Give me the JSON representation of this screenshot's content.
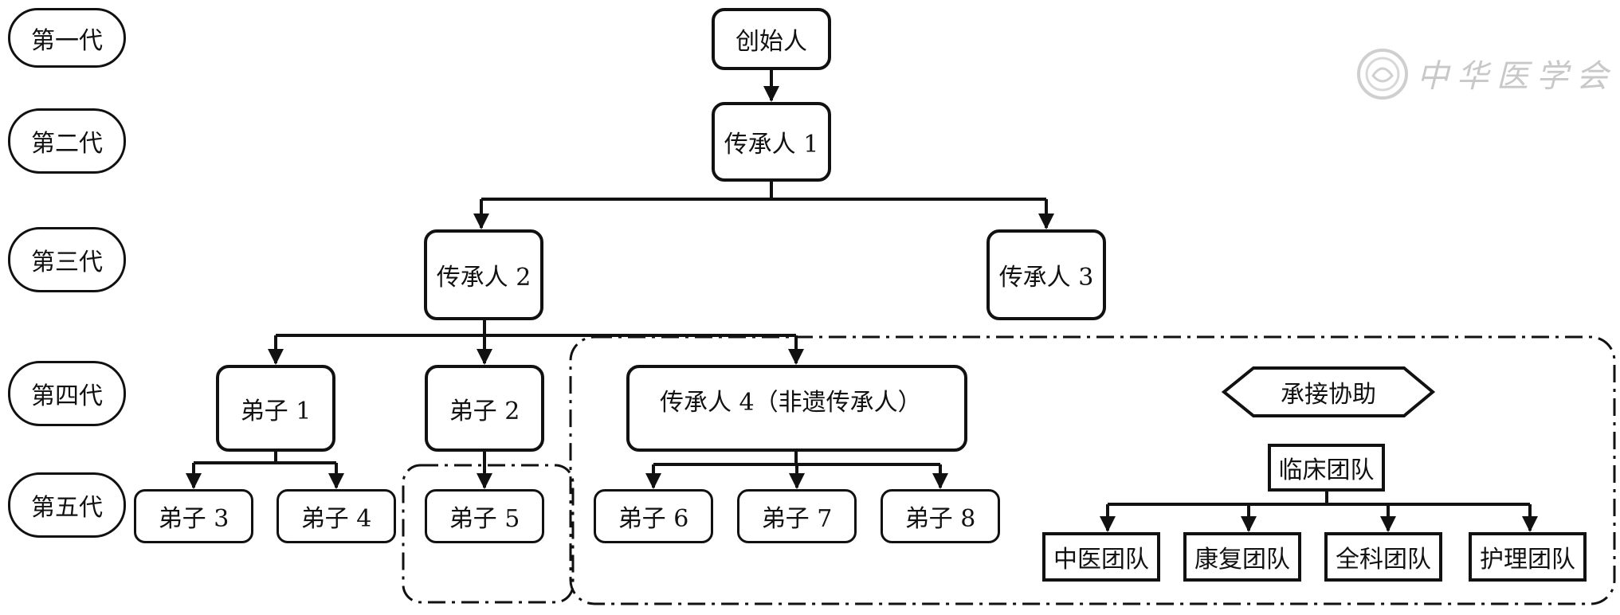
{
  "generations": [
    "第一代",
    "第二代",
    "第三代",
    "第四代",
    "第五代"
  ],
  "nodes": {
    "founder": "创始人",
    "heir1": "传承人 1",
    "heir2": "传承人 2",
    "heir3": "传承人 3",
    "disciple1": "弟子 1",
    "disciple2": "弟子 2",
    "heir4": "传承人 4（非遗传承人）",
    "disciple3": "弟子 3",
    "disciple4": "弟子 4",
    "disciple5": "弟子 5",
    "disciple6": "弟子 6",
    "disciple7": "弟子 7",
    "disciple8": "弟子 8"
  },
  "support": {
    "label": "承接协助",
    "clinical_team": "临床团队",
    "teams": [
      "中医团队",
      "康复团队",
      "全科团队",
      "护理团队"
    ]
  },
  "watermark": "中华医学会"
}
